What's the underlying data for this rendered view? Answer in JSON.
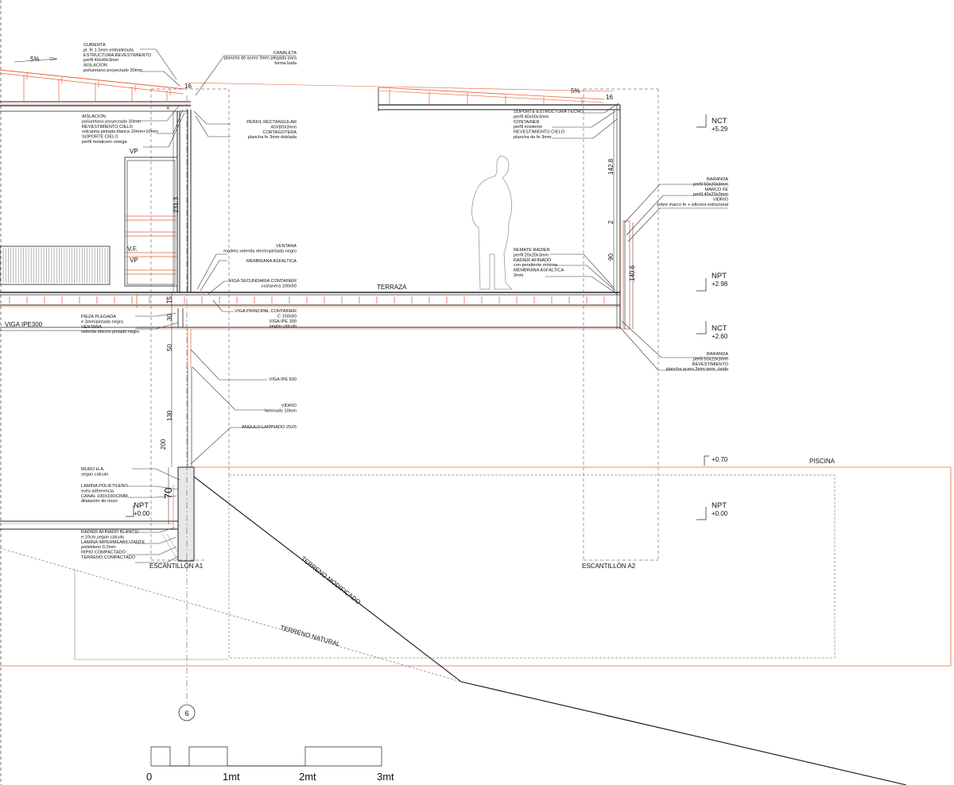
{
  "notes_left": [
    {
      "id": "cubierta",
      "lines": [
        "CUBIERTA",
        "pl. fe 1.5mm emballetada",
        "ESTRUCTURA REVESTIMIENTO",
        "perfil 40x40x3mm",
        "AISLACION",
        "poliuretano proyectado 30mm"
      ]
    },
    {
      "id": "aislacion",
      "lines": [
        "AISLACION",
        "poliuretano proyectado 30mm",
        "REVESTIMIENTO CIELO",
        "volcanita pintada blanca 10mm+10mm",
        "SOPORTE CIELO",
        "perfil metalcom omega"
      ]
    },
    {
      "id": "pieza",
      "lines": [
        "PIEZA PLEGADA",
        "e 3mm/pintada negra",
        "VENTANA",
        "xelentia electro pintado negro"
      ]
    },
    {
      "id": "muro",
      "lines": [
        "MURO H.A.",
        "según cálculo"
      ]
    },
    {
      "id": "lamina",
      "lines": [
        "LAMINA POLIETILENO",
        "evita adherencia",
        "CANAL 100X100X2MM",
        "dilatación de muro"
      ]
    },
    {
      "id": "radier",
      "lines": [
        "RADIER AFINADO BLANCO",
        "e:10cm,según cálculo",
        "LAMINA IMPERMEABILIZANTE",
        "polietileno 0.2mm",
        "RIPIO COMPACTADO",
        "TERRENO COMPACTADO"
      ]
    }
  ],
  "notes_center": [
    {
      "id": "canaleta",
      "lines": [
        "CANALETA",
        "plancha de acero 3mm plegada para",
        "forma balla"
      ]
    },
    {
      "id": "perfil",
      "lines": [
        "PERFIL RECTANGULAR",
        "40X80X3mm",
        "CORTAGOTERA",
        "plancha fe 3mm doblada"
      ]
    },
    {
      "id": "ventana",
      "lines": [
        "VENTANA",
        "modelo xelentia electropintada negro",
        "MEMBRANA ASFALTICA"
      ]
    },
    {
      "id": "viga_sec",
      "lines": [
        "VIGA SECUNDARIA CONTAINER",
        "costanera 100x50"
      ]
    },
    {
      "id": "viga_prin",
      "lines": [
        "VIGA PRINCIPAL CONTAINER",
        "C 150x50",
        "VIGA IPE 300",
        "según cálculo"
      ]
    },
    {
      "id": "ipe500",
      "lines": [
        "VIGA IPE 500"
      ]
    },
    {
      "id": "vidrio",
      "lines": [
        "VIDRIO",
        "laminado 10mm"
      ]
    },
    {
      "id": "angulo",
      "lines": [
        "ANGULO LAMINADO 25X5"
      ]
    }
  ],
  "notes_right_inner": [
    {
      "id": "soporte",
      "lines": [
        "SOPORTE ESTRUCTURA TECHO",
        "perfil 40x60x3mm",
        "CONTAINER",
        "perfil existente",
        "REVESTIMIENTO CIELO",
        "plancha de fe 3mm"
      ]
    },
    {
      "id": "remate",
      "lines": [
        "REMATE RADIER",
        "perfil 20x20x3mm",
        "RADIER AFINADO",
        "con pendiente mínima",
        "MEMBRANA ASFÁLTICA",
        "3mm"
      ]
    }
  ],
  "notes_right": [
    {
      "id": "baranda1",
      "lines": [
        "BARANDA",
        "perfil 50x20x3mm",
        "MARCO FE",
        "perfil 40x20x3mm",
        "VIDRIO",
        "sobre marco fe + silicona estructural"
      ]
    },
    {
      "id": "baranda2",
      "lines": [
        "BARANDA",
        "perfil 50x20x3mm",
        "REVESTIMIENTO",
        "plancha acero 3mm term. óxido"
      ]
    }
  ],
  "levels": [
    {
      "tag": "NCT",
      "value": "+5.29"
    },
    {
      "tag": "NPT",
      "value": "+2.98"
    },
    {
      "tag": "NCT",
      "value": "+2.60"
    },
    {
      "tag": "NPT",
      "value": "+0.00"
    },
    {
      "tag": "NPT",
      "value": "+0.00"
    },
    {
      "tag": "",
      "value": "+0.70"
    }
  ],
  "dimensions": [
    "16",
    "16",
    "231.3",
    "142.8",
    "2",
    "90",
    "140.6",
    "15",
    "30",
    "50",
    "130",
    "200",
    "70",
    "6"
  ],
  "slopes": [
    "5%",
    "5%"
  ],
  "labels": {
    "terraza": "TERRAZA",
    "piscina": "PISCINA",
    "viga_ipe300": "VIGA IPE300",
    "vp1": "VP",
    "vf": "V.F.",
    "vp2": "VP",
    "escantillon_a1": "ESCANTILLÓN A1",
    "escantillon_a2": "ESCANTILLÓN A2",
    "terreno_modificado": "TERRENO MODIFICADO",
    "terreno_natural": "TERRENO NATURAL",
    "axis": "6"
  },
  "scale_bar": [
    "0",
    "1mt",
    "2mt",
    "3mt"
  ],
  "colors": {
    "line": "#222222",
    "accent": "#e8623a",
    "dashed": "#777777"
  }
}
